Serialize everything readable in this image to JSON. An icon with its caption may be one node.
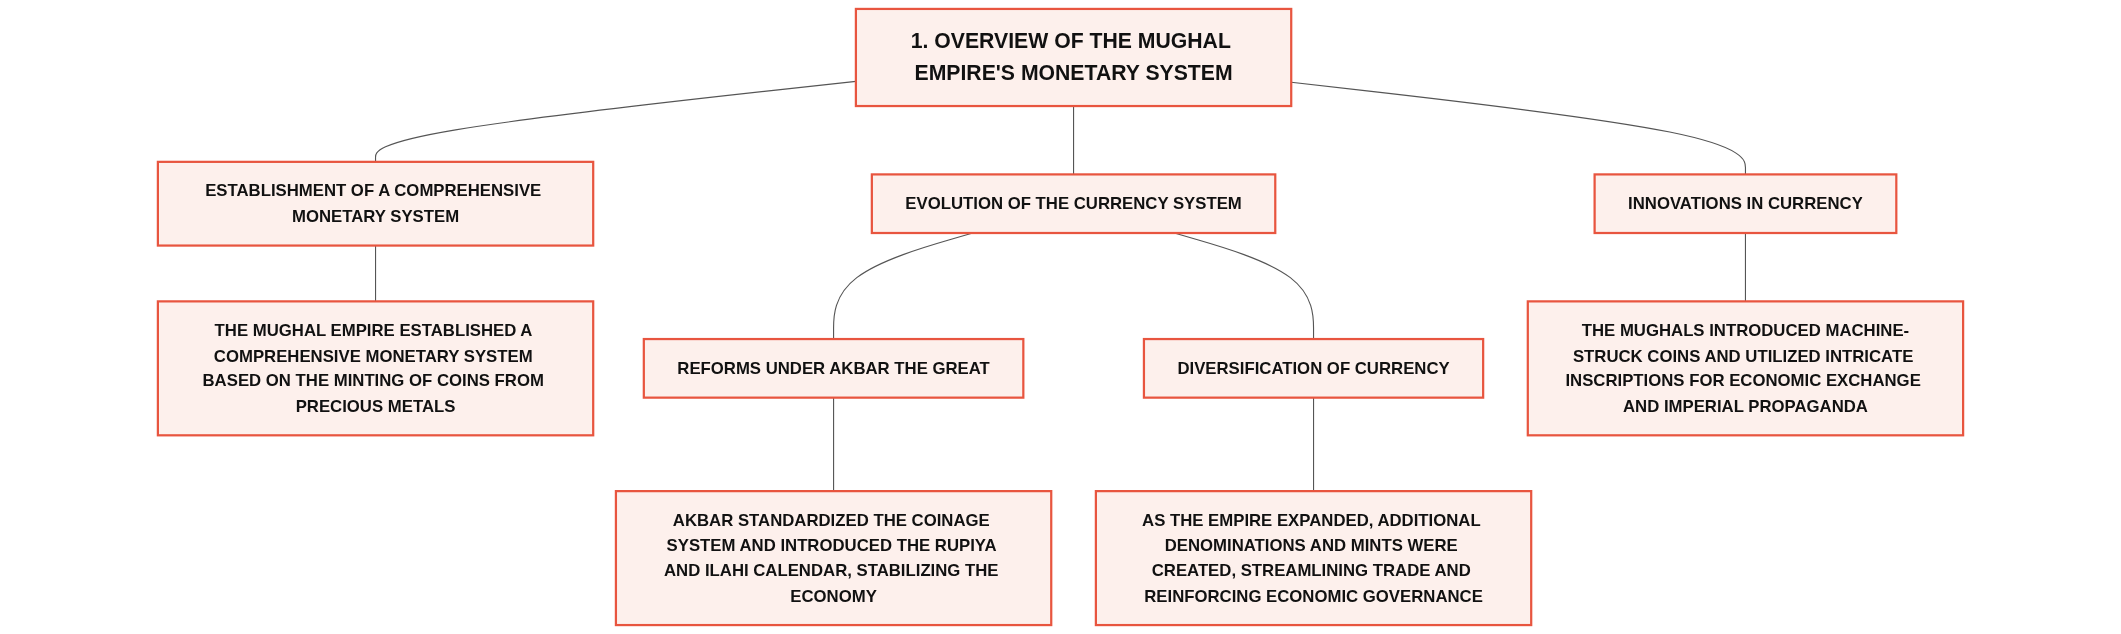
{
  "diagram": {
    "nodes": [
      {
        "text": [
          "1. OVERVIEW OF THE MUGHAL EMPIRE'S MONETARY SYSTEM"
        ]
      },
      {
        "text": [
          "ESTABLISHMENT OF A COMPREHENSIVE MONETARY SYSTEM"
        ]
      },
      {
        "text": [
          "THE MUGHAL EMPIRE ESTABLISHED A COMPREHENSIVE MONETARY SYSTEM BASED ON THE MINTING OF COINS FROM PRECIOUS METALS"
        ]
      },
      {
        "text": [
          "EVOLUTION OF THE CURRENCY SYSTEM"
        ]
      },
      {
        "text": [
          "REFORMS UNDER AKBAR THE GREAT"
        ]
      },
      {
        "text": [
          "AKBAR STANDARDIZED THE COINAGE SYSTEM AND INTRODUCED THE RUPIYA AND ILAHI CALENDAR, STABILIZING THE ECONOMY"
        ]
      },
      {
        "text": [
          "DIVERSIFICATION OF CURRENCY"
        ]
      },
      {
        "text": [
          "AS THE EMPIRE EXPANDED, ADDITIONAL DENOMINATIONS AND MINTS WERE CREATED, STREAMLINING TRADE AND REINFORCING ECONOMIC GOVERNANCE"
        ]
      },
      {
        "text": [
          "INNOVATIONS IN CURRENCY"
        ]
      },
      {
        "text": [
          "THE MUGHALS INTRODUCED MACHINE-STRUCK COINS AND UTILIZED INTRICATE INSCRIPTIONS FOR ECONOMIC EXCHANGE AND IMPERIAL PROPAGANDA"
        ]
      }
    ],
    "edges": [
      {
        "from": 0,
        "to": 1,
        "arrow": "none"
      },
      {
        "from": 1,
        "to": 2,
        "arrow": "none"
      },
      {
        "from": 0,
        "to": 3,
        "arrow": "none"
      },
      {
        "from": 3,
        "to": 4,
        "arrow": "none"
      },
      {
        "from": 4,
        "to": 5,
        "arrow": "none"
      },
      {
        "from": 3,
        "to": 6,
        "arrow": "none"
      },
      {
        "from": 6,
        "to": 7,
        "arrow": "none"
      },
      {
        "from": 0,
        "to": 8,
        "arrow": "none"
      },
      {
        "from": 8,
        "to": 9,
        "arrow": "none"
      }
    ]
  }
}
